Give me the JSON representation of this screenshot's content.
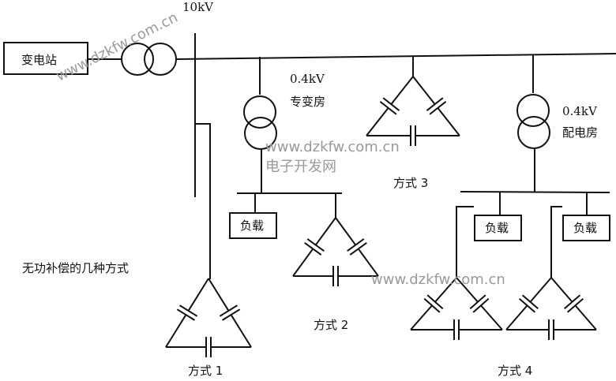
{
  "title": "无功补偿的几种方式",
  "substation": "变电站",
  "voltage_10kv": "10kV",
  "dedicated_room": {
    "voltage": "0.4kV",
    "name": "专变房"
  },
  "distribution_room": {
    "voltage": "0.4kV",
    "name": "配电房"
  },
  "load_label": "负载",
  "methods": [
    "方式 1",
    "方式 2",
    "方式 3",
    "方式 4"
  ],
  "watermark": {
    "url": "www.dzkfw.com.cn",
    "site": "电子开发网"
  }
}
